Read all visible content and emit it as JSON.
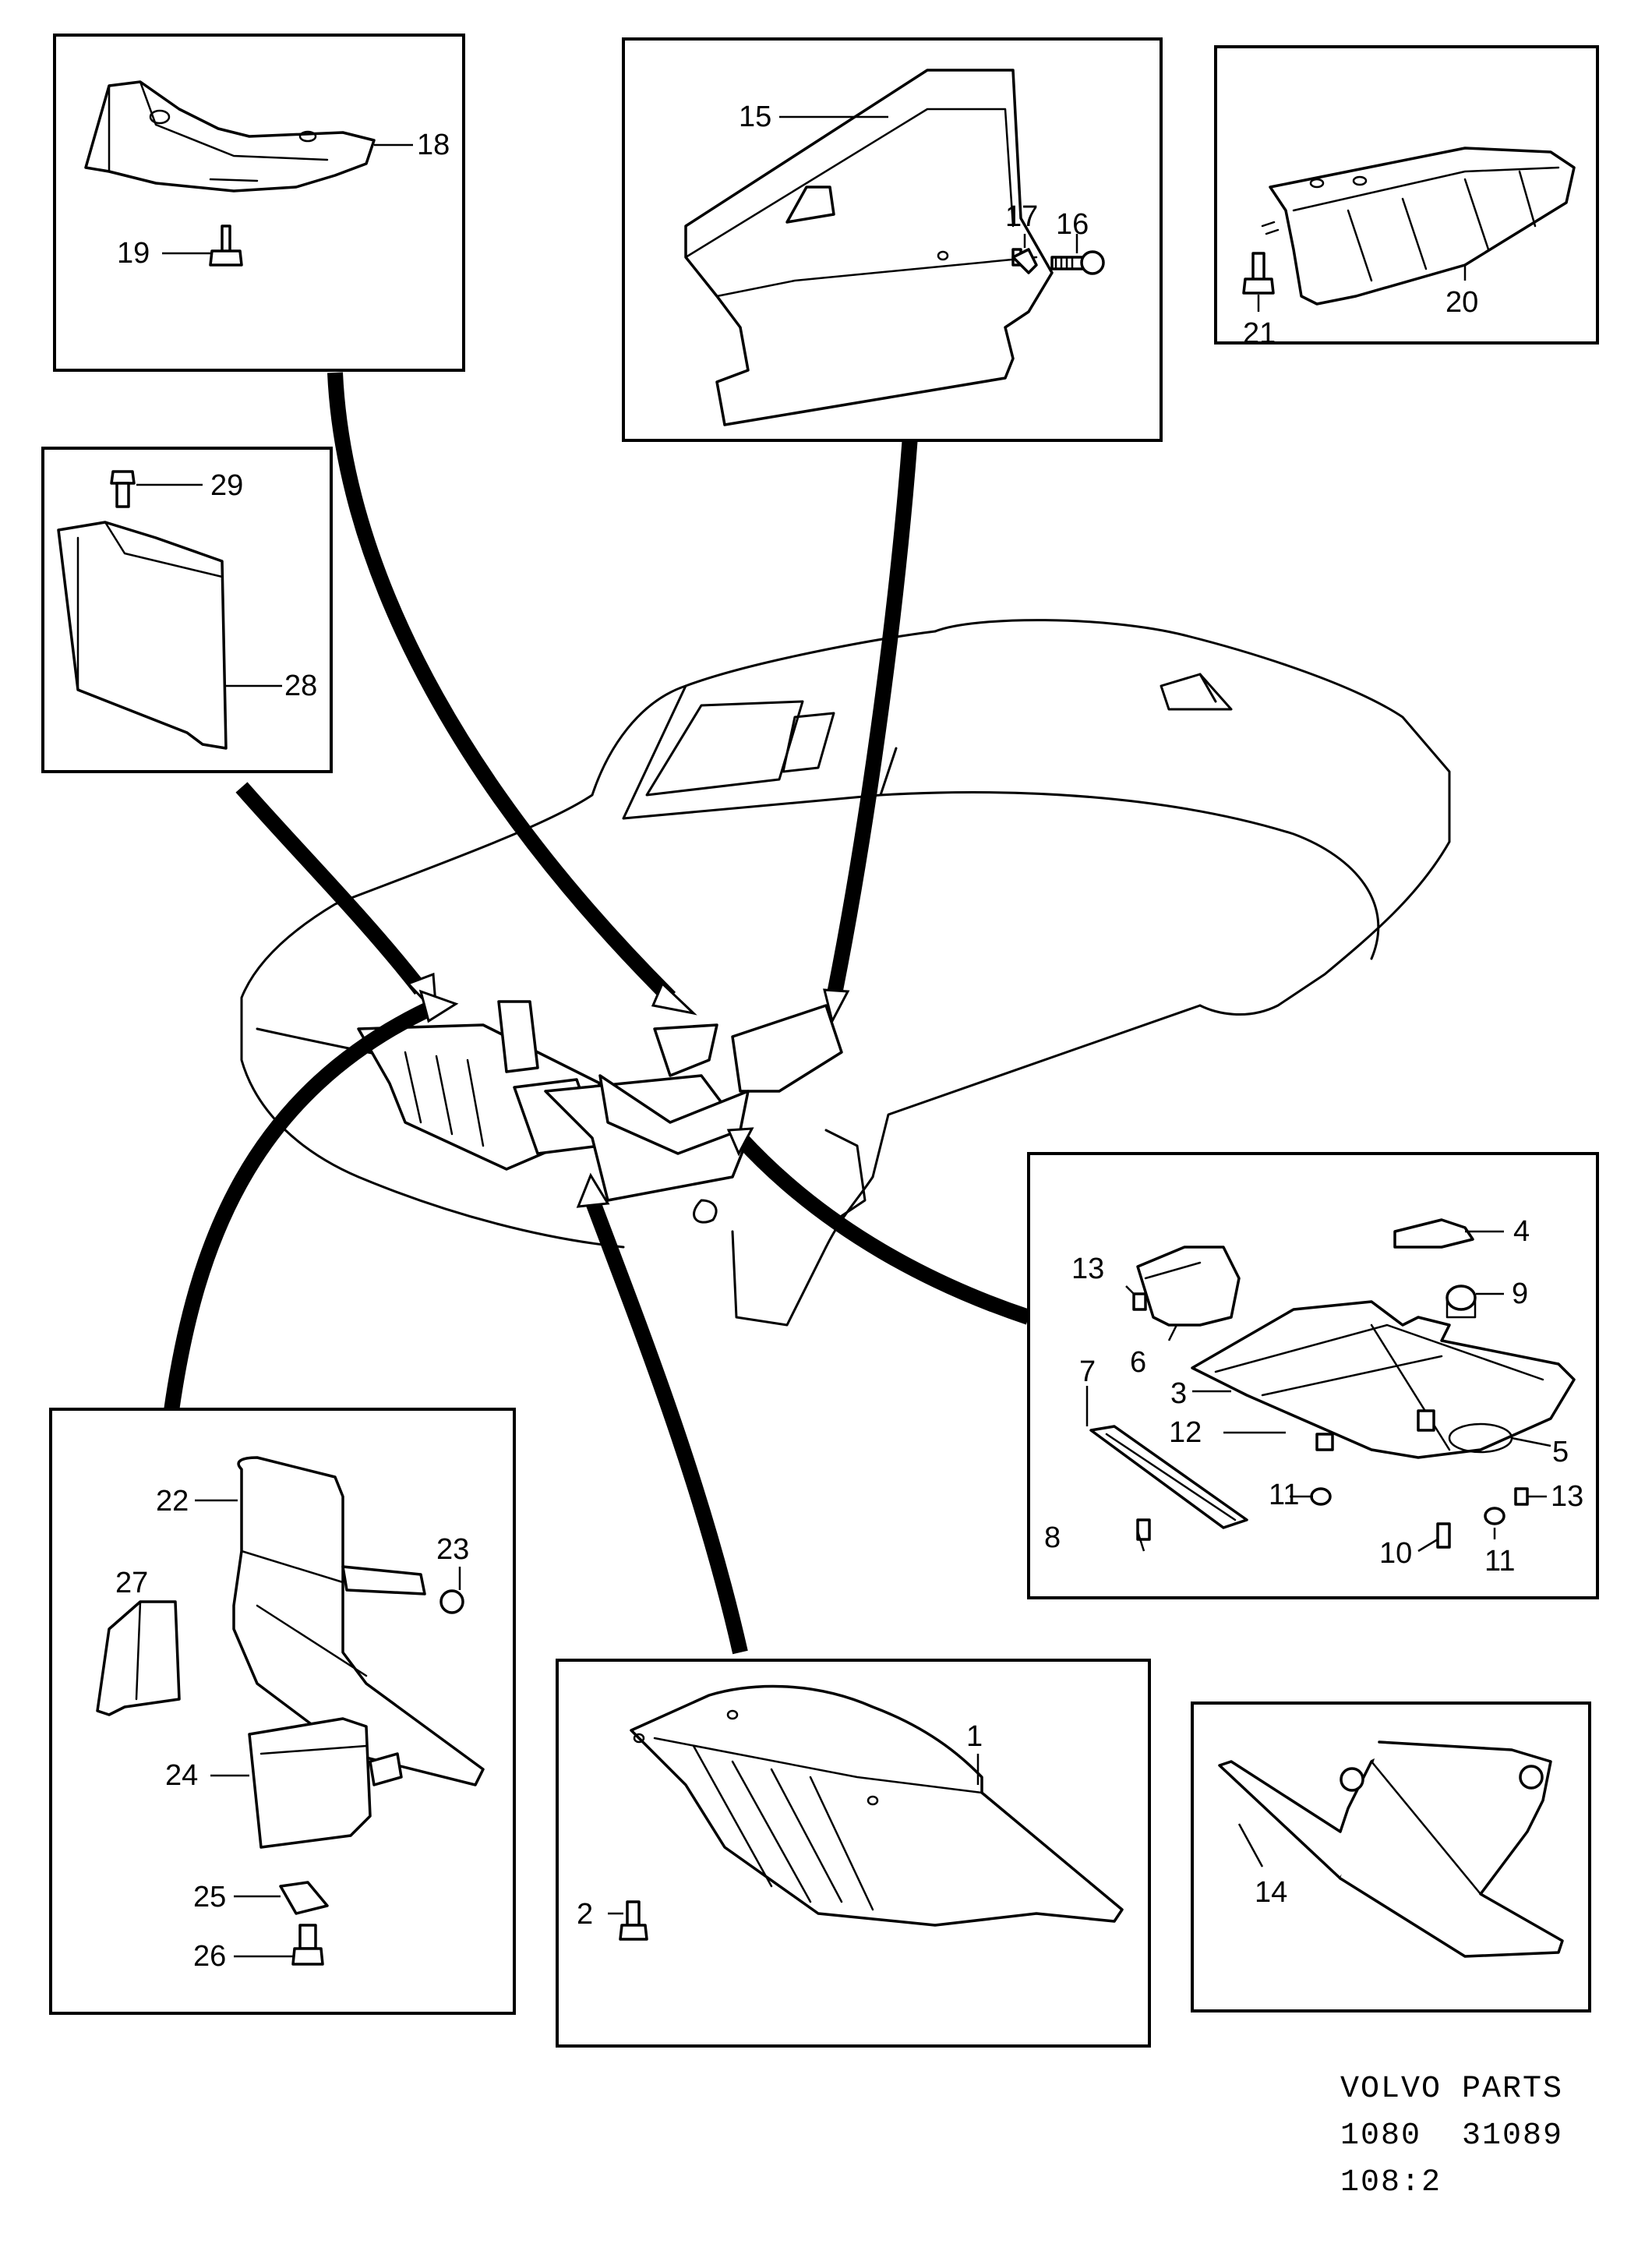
{
  "diagram": {
    "callouts": [
      "1",
      "2",
      "3",
      "4",
      "5",
      "6",
      "7",
      "8",
      "9",
      "10",
      "11",
      "11",
      "12",
      "13",
      "13",
      "14",
      "15",
      "16",
      "17",
      "18",
      "19",
      "20",
      "21",
      "22",
      "23",
      "24",
      "25",
      "26",
      "27",
      "28",
      "29"
    ],
    "footer": {
      "line1": "VOLVO PARTS",
      "line2": "1080  31089",
      "line3": "108:2"
    }
  }
}
